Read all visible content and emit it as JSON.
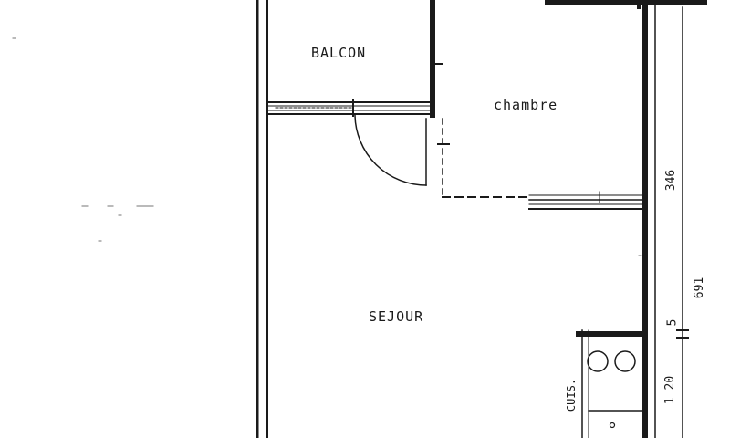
{
  "rooms": {
    "balcon": "BALCON",
    "chambre": "chambre",
    "sejour": "SEJOUR",
    "cuisine": "CUIS."
  },
  "dimensions": {
    "d346": "346",
    "d691": "691",
    "d5": "5",
    "d120": "1 20"
  },
  "colors": {
    "ink": "#1a1a1a",
    "paper": "#ffffff"
  }
}
